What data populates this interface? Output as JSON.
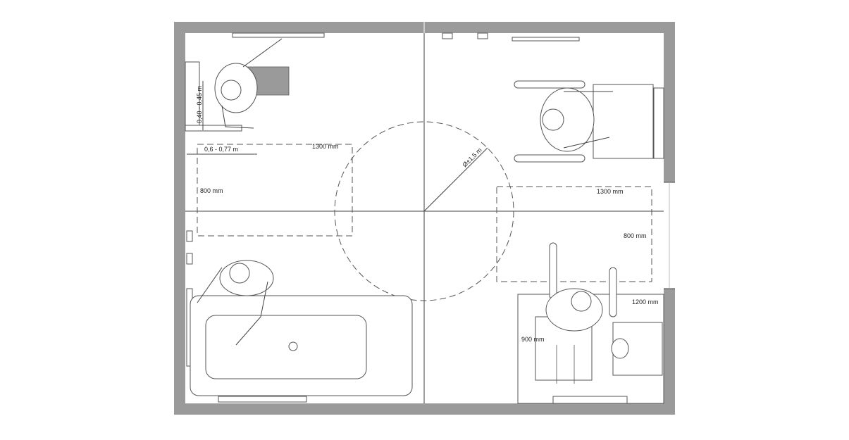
{
  "diagram": {
    "labels": {
      "toilet_height": "0,40 - 0,45 m",
      "toilet_depth": "0,6 - 0,77 m",
      "tl_width": "1300 mm",
      "tl_depth": "800 mm",
      "turning_circle": "Ø±1,5 m",
      "tr_width": "1300 mm",
      "tr_depth": "800 mm",
      "br_width": "1200 mm",
      "br_depth": "900 mm"
    },
    "colors": {
      "wall": "#9a9a9a",
      "line": "#444444"
    }
  }
}
